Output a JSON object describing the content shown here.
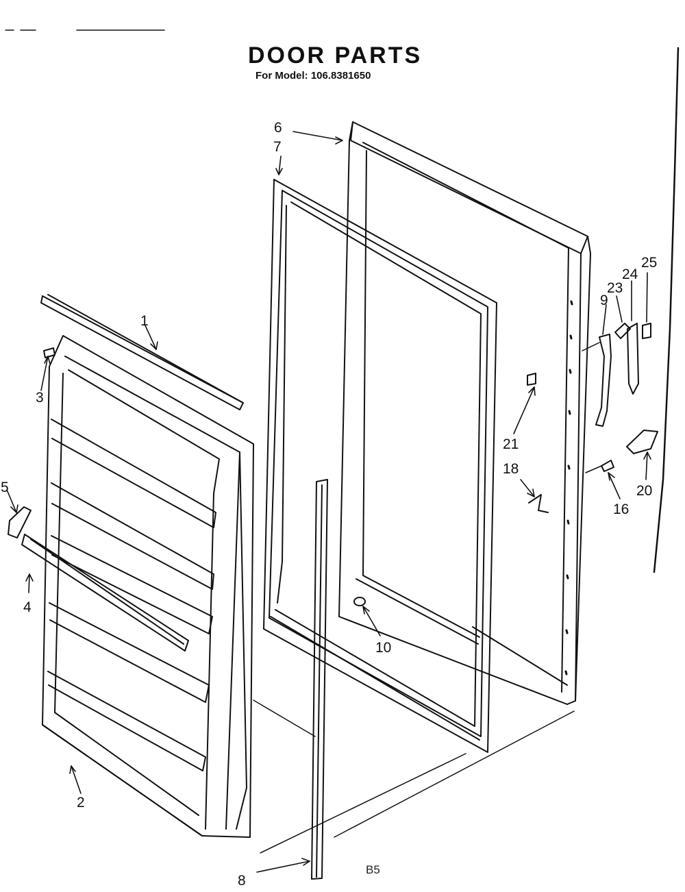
{
  "header": {
    "title": "DOOR PARTS",
    "subtitle": "For Model: 106.8381650"
  },
  "footer": {
    "drawing_code": "B5"
  },
  "parts": {
    "p1": "1",
    "p2": "2",
    "p3": "3",
    "p4": "4",
    "p5": "5",
    "p6": "6",
    "p7": "7",
    "p8": "8",
    "p9": "9",
    "p10": "10",
    "p16": "16",
    "p18": "18",
    "p20": "20",
    "p21": "21",
    "p23": "23",
    "p24": "24",
    "p25": "25"
  },
  "colors": {
    "line": "#111111",
    "paper": "#ffffff"
  }
}
